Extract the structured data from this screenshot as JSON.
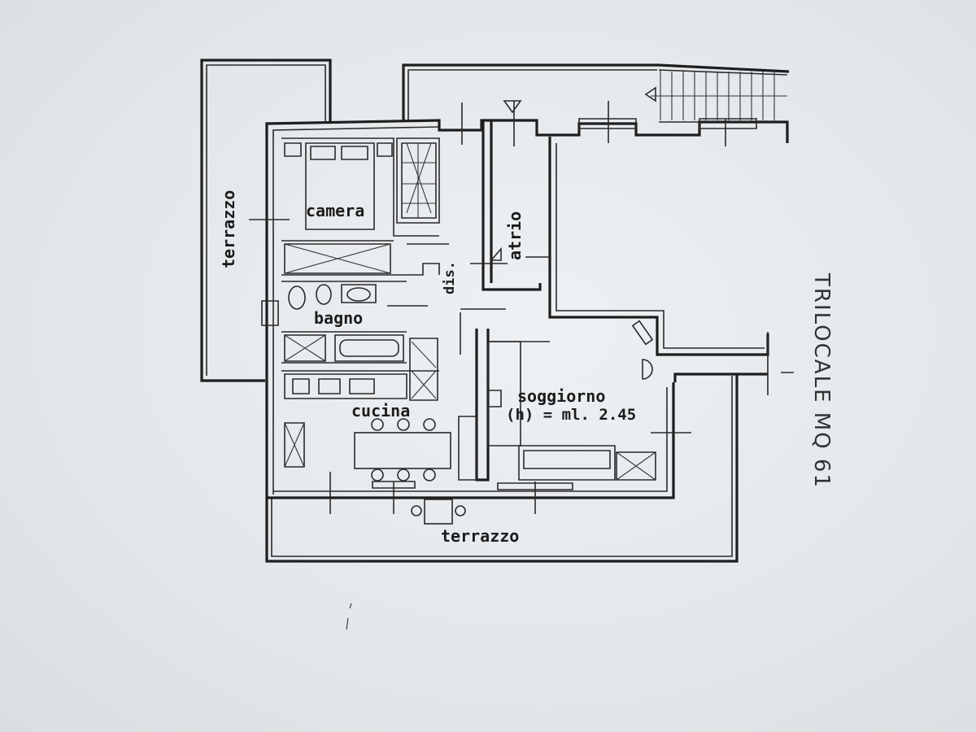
{
  "rooms": {
    "camera": "camera",
    "bagno": "bagno",
    "cucina": "cucina",
    "soggiorno": "soggiorno",
    "height_note": "(h) = ml. 2.45",
    "atrio": "atrio",
    "dis": "dis.",
    "terrazzo_left": "terrazzo",
    "terrazzo_bottom": "terrazzo"
  },
  "annotation": {
    "handwritten": "TRILOCALE MQ 61"
  },
  "colors": {
    "paper": "#e6eaed",
    "ink": "#1e1e1e"
  }
}
